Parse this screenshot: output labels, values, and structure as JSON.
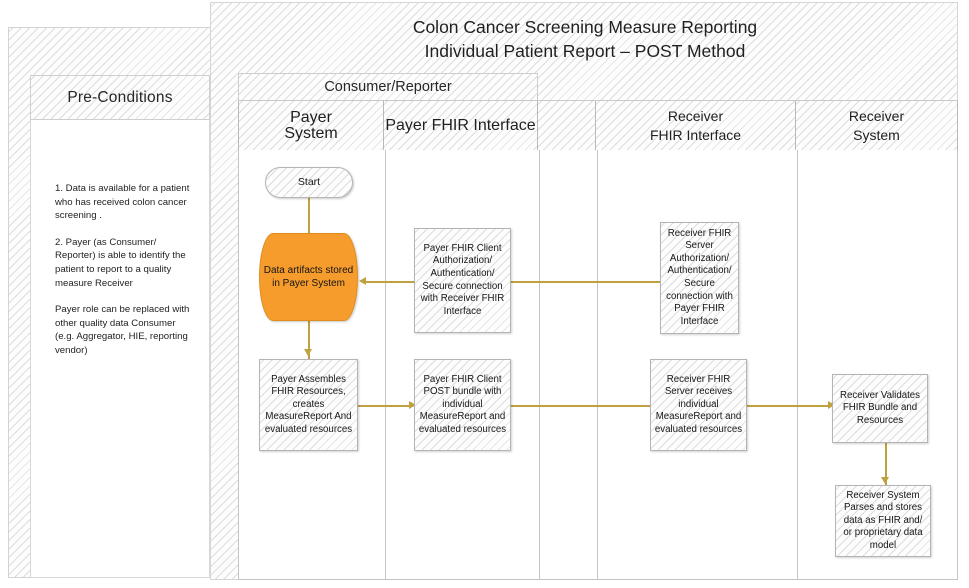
{
  "preconditions": {
    "header": "Pre-Conditions",
    "items": [
      "1. Data is available for a patient who has received colon cancer screening .",
      "2. Payer (as Consumer/ Reporter) is able to identify the patient to report to a quality measure Receiver",
      "Payer role can be replaced with other quality data Consumer (e.g. Aggregator, HIE, reporting vendor)"
    ]
  },
  "diagram": {
    "title_line1": "Colon Cancer Screening Measure Reporting",
    "title_line2": "Individual Patient Report – POST Method",
    "pool_label": "Consumer/Reporter",
    "lanes": [
      {
        "label_line1": "Payer",
        "label_line2": "System"
      },
      {
        "label_line1": "Payer  FHIR Interface",
        "label_line2": ""
      },
      {
        "label_line1": "",
        "label_line2": ""
      },
      {
        "label_line1": "Receiver",
        "label_line2": "FHIR Interface"
      },
      {
        "label_line1": "Receiver",
        "label_line2": "System"
      }
    ],
    "nodes": {
      "start": "Start",
      "data_store": "Data artifacts stored in Payer System",
      "payer_assembles": "Payer Assembles FHIR Resources, creates MeasureReport And evaluated resources",
      "payer_auth": "Payer FHIR Client Authorization/ Authentication/ Secure connection with Receiver FHIR Interface",
      "payer_post": "Payer FHIR Client POST bundle with individual MeasureReport and evaluated resources",
      "receiver_auth": "Receiver FHIR Server Authorization/ Authentication/ Secure connection with Payer FHIR Interface",
      "receiver_receives": "Receiver FHIR Server receives individual MeasureReport and evaluated resources",
      "receiver_validates": "Receiver Validates FHIR Bundle and Resources",
      "receiver_parses": "Receiver System Parses and stores data as FHIR and/ or proprietary data model"
    }
  },
  "colors": {
    "data_store_fill": "#f59c2c",
    "connector": "#bfa23f",
    "node_fill": "#f1f1f1"
  }
}
